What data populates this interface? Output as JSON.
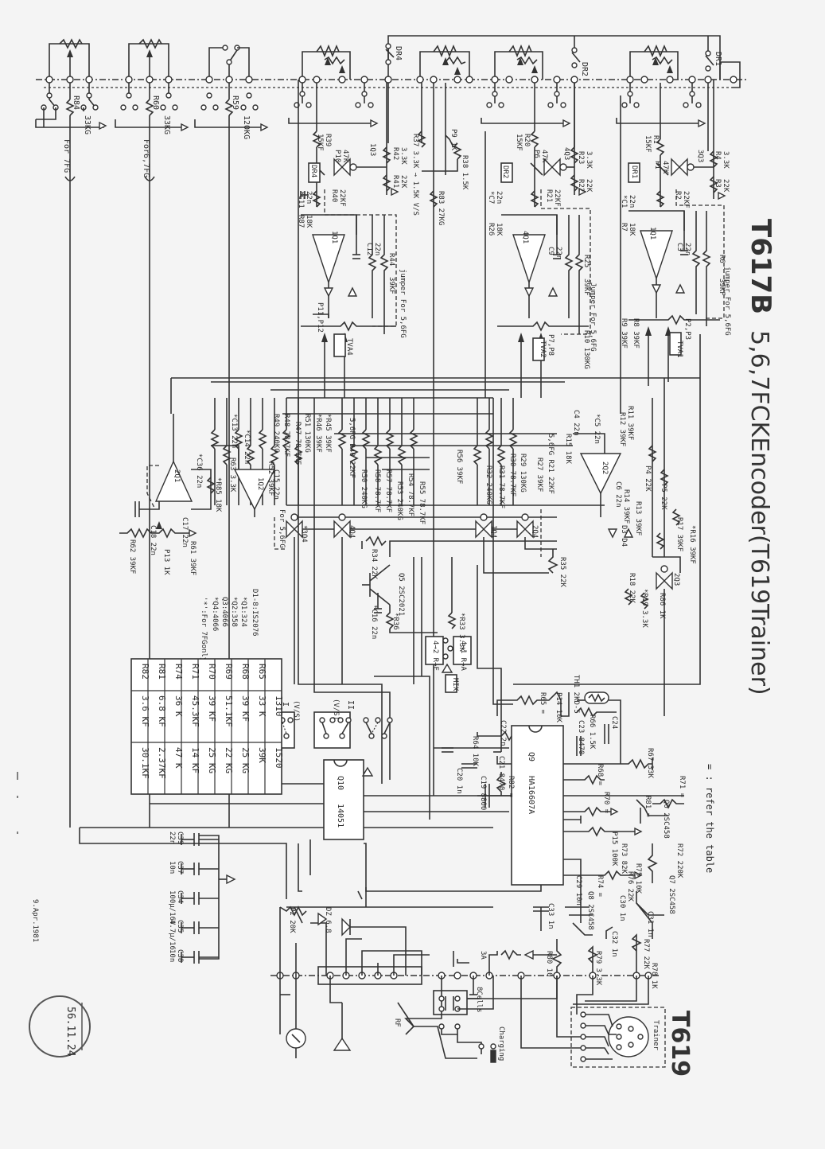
{
  "title": {
    "model": "T617B",
    "subtitle": "5,6,7FCKEncoder(T619Trainer)"
  },
  "legend_note": "= : refer the table",
  "trainer": {
    "model": "T619",
    "label": "Trainer",
    "pins": [
      "1",
      "2",
      "3",
      "4",
      "5"
    ]
  },
  "date_note": "9.Apr.1981",
  "stamp": {
    "date": "56.11.24"
  },
  "channels": [
    {
      "id": "ch1",
      "dr": "DR1",
      "dr_box": "DR1",
      "r_series": "R1",
      "r_series_val": "15KF",
      "pot": "P1",
      "pot_val": "47K",
      "analog_sw": "3Q3",
      "r_a": "R4",
      "r_a_val": "3.3K",
      "r_b": "R3",
      "r_b_val": "22K",
      "cap": "*C1",
      "cap_val": "22n",
      "r_in": "R7",
      "r_in_val": "18K",
      "opamp": "1Q1",
      "r_fb": "R2",
      "r_fb_val": "22KF",
      "c_fb": "C3",
      "c_fb_val": "22n",
      "r_out1": "R5",
      "r_out2": "R6",
      "r_out_val": "39KF",
      "diodes": [
        "D1",
        "D2"
      ],
      "trim_pots": "P2,P3",
      "tva": "TVA1",
      "jumper": "jumper For 5,6FG"
    },
    {
      "id": "ch2",
      "dr": "DR2",
      "dr_box": "DR2",
      "r_series": "R20",
      "r_series_val": "15KF",
      "pot": "P6",
      "pot_val": "47K",
      "analog_sw": "4Q3",
      "r_a": "R23",
      "r_a_val": "3.3K",
      "r_b": "R22",
      "r_b_val": "22K",
      "cap": "*C7",
      "cap_val": "22n",
      "r_in": "R26",
      "r_in_val": "18K",
      "opamp": "4Q1",
      "r_fb": "R21",
      "r_fb_val": "22KF",
      "c_fb": "C9",
      "c_fb_val": "22n",
      "r_out1": "R24",
      "r_out2": "R25",
      "r_out_val": "39KF",
      "diodes": [
        "D5",
        "D6"
      ],
      "trim_pots": "P7,P8",
      "tva": "TVA2",
      "jumper": "Jumper For 5,6FG"
    },
    {
      "id": "ch4",
      "dr": "DR4",
      "dr_box": "DR4",
      "r_series": "R39",
      "r_series_val": "15KF",
      "pot": "P10",
      "pot_val": "47K",
      "analog_sw": "1Q3",
      "r_a": "R42",
      "r_a_val": "3.3K",
      "r_b": "R41",
      "r_b_val": "22K",
      "cap": "*C11",
      "cap_val": "22n",
      "r_in": "R87",
      "r_in_val": "18K",
      "opamp": "1Q1",
      "r_fb": "R40",
      "r_fb_val": "22KF",
      "c_fb": "C12",
      "c_fb_val": "22n",
      "r_out1": "R43",
      "r_out2": "R44",
      "r_out_val": "39KF",
      "diodes": [
        "D7",
        "D8"
      ],
      "trim_pots": "P11,P12",
      "tva": "TVA4",
      "jumper": "jumper For 5,6FG"
    }
  ],
  "aux_channels": [
    {
      "resistor": "R84",
      "value": "33KG",
      "note": "For 7FG"
    },
    {
      "resistor": "R60",
      "value": "33KG",
      "note": "For6,7FG"
    },
    {
      "resistor": "R59",
      "value": "120KG",
      "note": ""
    }
  ],
  "misc_labels": {
    "r37": "R37 3.3K → 1.5K V/S",
    "p9": "P9 1K",
    "r38": "R38 1.5K",
    "r83": "R83 27KG",
    "r10": "R10 130KG",
    "r9": "R9 39KF",
    "r8": "R8 39KF",
    "r16": "*R16 39KF",
    "r17": "R17 39KF",
    "r18": "R18 22K",
    "r19": "*R19 3.3K",
    "r86": "R86 1K",
    "q2_3": "2Q3",
    "q2_2": "2Q2",
    "r11": "R11 39KF",
    "r12": "R12 39KF",
    "r13": "R13 39KF",
    "r14": "R14 39KF",
    "r15": "R15 18K",
    "c4": "C4 22n",
    "c5": "*C5 22n",
    "c6": "C6 22n",
    "p4": "P4 22K",
    "p5": "P5 22K",
    "d3d4": "D3 D4",
    "r21": "5,6FG R21 22KF",
    "r27": "R27 39KF",
    "r29": "R29 130KG",
    "r30": "R30 78.7KF",
    "r31": "R31 78.7KF",
    "r32": "R32 240KG",
    "r56": "R56 39KF",
    "r55": "R55 78.7KF",
    "r54": "R54 78.7KF",
    "r53": "R53 240KG",
    "r57": "R57 78.7KF",
    "r58": "R58 78.7KF",
    "r50": "R50 240KG",
    "r45": "*R45 39KF",
    "r46": "*R46 39KF",
    "r51": "R51 130KG",
    "r47": "R47 78.7KF",
    "r48": "R48 78.7KF",
    "r49": "R49 240KG",
    "r40": "5,6FG R40 22KF",
    "r52": "R52 39KF",
    "c13": "*C13 22n",
    "c14": "*C14 22n",
    "c15": "C15 22n",
    "r63": "R63 3.3K",
    "q1_2": "1Q2",
    "q2_1": "2Q1",
    "c36": "*C36 22n",
    "r85": "*R85 18K",
    "c17": "C17 22n",
    "c18": "C18 22n",
    "r62": "R62 39KF",
    "p13": "P13 1K",
    "r61": "R61 39KF",
    "for56fg": "For 5,6FG",
    "q3_4": "*3Q4",
    "q4_4": "4Q4",
    "q1_4": "1Q4",
    "q2_4": "2Q4",
    "r34": "R34 22K",
    "r35": "R35 22K",
    "q5": "Q5 2SC2021",
    "c16": "*C16 22n",
    "r36": "*R36",
    "r33": "*R33 3.3K",
    "sw_4to1": "4→1 R→A",
    "sw_4to2": "4→2 R→E",
    "mix": "MIX"
  },
  "notes": [
    "D1-8:IS2076",
    "*Q1:324",
    "*Q2:358",
    "Q3:4066",
    "*Q4:4066",
    "'*':For 7FGonly"
  ],
  "resistor_table": {
    "headers": [
      "",
      "1310",
      "1520"
    ],
    "rows": [
      [
        "R65",
        "33 K",
        "39K"
      ],
      [
        "R68",
        "39 KF",
        "25 KG"
      ],
      [
        "R69",
        "51.1KF",
        "22 KG"
      ],
      [
        "R70",
        "39 KF",
        "25 KG"
      ],
      [
        "R71",
        "45.3KF",
        "14 KF"
      ],
      [
        "R74",
        "36 K",
        "47 K"
      ],
      [
        "R81",
        "6.8 KF",
        "2.37KF"
      ],
      [
        "R82",
        "3.6 KF",
        "30.1KF"
      ]
    ]
  },
  "switches": [
    {
      "label": "I",
      "note": "(V/S)"
    },
    {
      "label": "II",
      "note": "(V/S)"
    }
  ],
  "ics": [
    {
      "ref": "Q10",
      "part": "14051"
    },
    {
      "ref": "Q9",
      "part": "HA16607A"
    }
  ],
  "q9_area": {
    "th1": "TH1 2KD-5",
    "r65": "R65 =",
    "p14": "P14 10K",
    "r66": "R66 1.5K",
    "c23": "C23 8470",
    "c24": "C24",
    "c22": "C22 2n",
    "r64": "R64 10K",
    "c21": "C21 8470",
    "r82": "R82 =",
    "c20": "C20 1n",
    "c19": "C19 8800",
    "r67": "R67 33K",
    "r71": "R71 =",
    "r81": "R81 =",
    "q6": "Q6 2SC458",
    "r70": "R70 =",
    "r68": "R68 =",
    "r69": "R69 =",
    "r72": "R72 220K",
    "r73": "R73 82K",
    "p15": "P15 100K",
    "c28": "C28",
    "c27": "C27 220",
    "r75": "R75 10K",
    "r76": "R76 22K",
    "r74": "R74 =",
    "c29": "C29 10n",
    "c30": "C30 1n",
    "q7": "Q7 2SC458",
    "q8": "Q8 2SC458",
    "c31": "C31 1n",
    "c32": "C32 1n",
    "r77": "R77 22K",
    "r78": "R78 1K",
    "r79": "R79 3.3K",
    "r80": "R80 10",
    "c33": "C33 1n"
  },
  "power": {
    "caps": [
      {
        "ref": "C39",
        "val": "22n"
      },
      {
        "ref": "C37",
        "val": "10n"
      },
      {
        "ref": "C34",
        "val": "100μ/16V"
      },
      {
        "ref": "C35",
        "val": "4.7μ/16"
      },
      {
        "ref": "C38",
        "val": "10n"
      }
    ],
    "p2": "P2 20K",
    "zd": "DZ 6.8",
    "fuse": "3A",
    "cells": "8Cells",
    "charging": "Charging",
    "rf": "RF"
  }
}
